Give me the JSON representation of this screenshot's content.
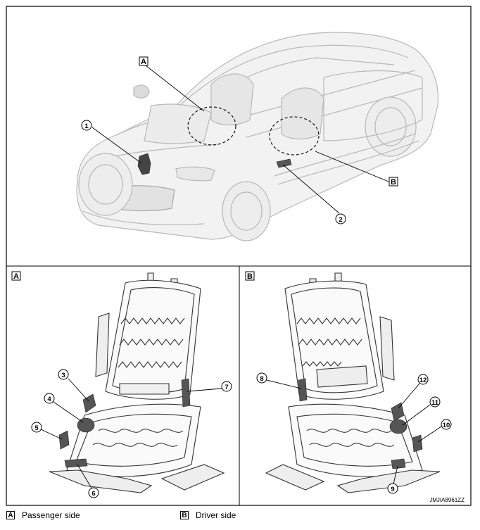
{
  "overview": {
    "label_a": "A",
    "label_b": "B",
    "callout_1": "1",
    "callout_2": "2"
  },
  "panel_a": {
    "tag": "A",
    "callouts": [
      "3",
      "4",
      "5",
      "6",
      "7"
    ]
  },
  "panel_b": {
    "tag": "B",
    "callouts": [
      "8",
      "9",
      "10",
      "11",
      "12"
    ]
  },
  "figure_code": "JMJIA8961ZZ",
  "legend": [
    {
      "tag": "A",
      "text": "Passenger side"
    },
    {
      "tag": "B",
      "text": "Driver side"
    }
  ]
}
